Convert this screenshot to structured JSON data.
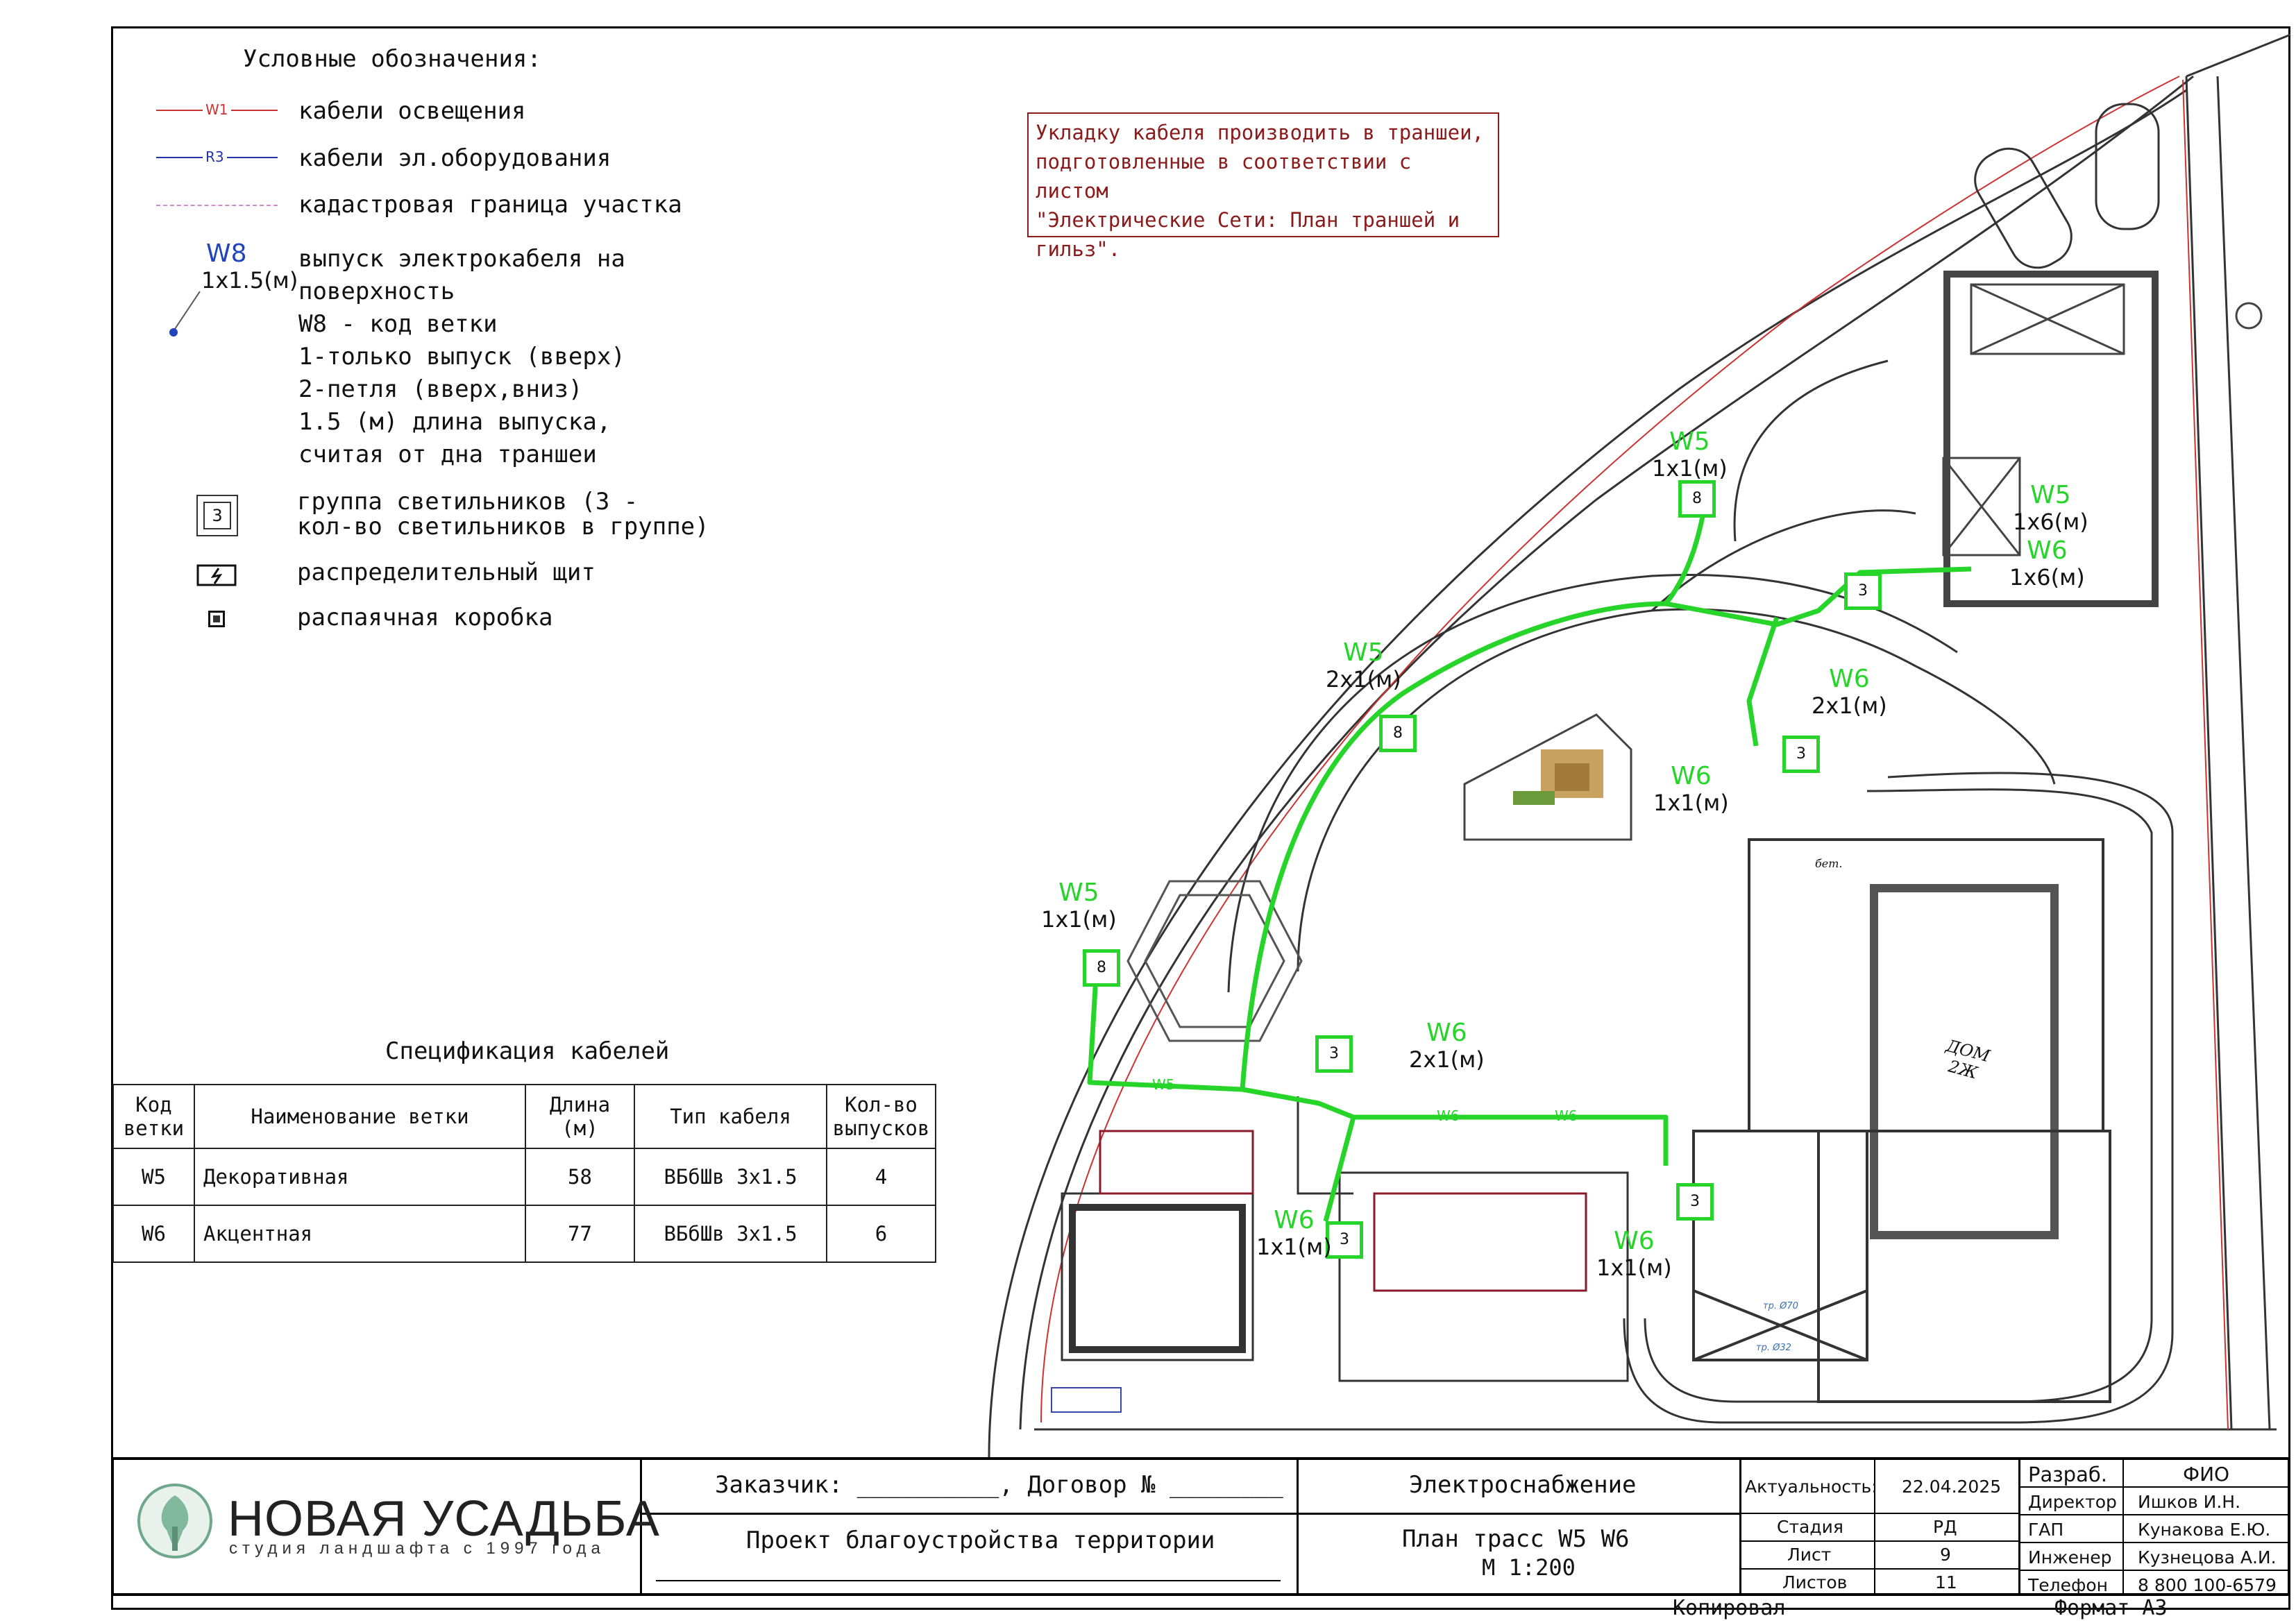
{
  "legend": {
    "title": "Условные обозначения:",
    "items": [
      {
        "symbol": "W1",
        "label": "кабели освещения"
      },
      {
        "symbol": "R3",
        "label": "кабели эл.оборудования"
      },
      {
        "symbol": "",
        "label": "кадастровая граница участка"
      }
    ],
    "outlet_code": "W8",
    "outlet_len": "1x1.5(м)",
    "outlet_desc": [
      "выпуск электрокабеля на",
      "поверхность",
      "W8 - код ветки",
      "1-только выпуск (вверх)",
      "2-петля (вверх,вниз)",
      "1.5 (м) длина выпуска,",
      "считая от дна траншеи"
    ],
    "group_num": "3",
    "group_desc": [
      "группа светильников (3 -",
      "кол-во светильников в группе)"
    ],
    "panel_label": "распределительный щит",
    "box_label": "распаячная коробка"
  },
  "note": [
    "Укладку кабеля производить в траншеи,",
    "подготовленные в соответствии с листом",
    "\"Электрические Сети: План траншей и",
    "гильз\"."
  ],
  "spec": {
    "title": "Спецификация кабелей",
    "headers": [
      [
        "Код",
        "ветки"
      ],
      [
        "Наименование ветки"
      ],
      [
        "Длина",
        "(м)"
      ],
      [
        "Тип кабеля"
      ],
      [
        "Кол-во",
        "выпусков"
      ]
    ],
    "rows": [
      {
        "code": "W5",
        "name": "Декоративная",
        "length": "58",
        "type": "ВБбШв 3х1.5",
        "count": "4"
      },
      {
        "code": "W6",
        "name": "Акцентная",
        "length": "77",
        "type": "ВБбШв 3х1.5",
        "count": "6"
      }
    ]
  },
  "plan_labels": {
    "w5a": {
      "code": "W5",
      "len": "1x1(м)"
    },
    "w5b": {
      "code": "W5",
      "len": "2x1(м)"
    },
    "w5c": {
      "code": "W5",
      "len": "1x1(м)"
    },
    "w5d": {
      "code": "W5",
      "len": "1x6(м)"
    },
    "w6a": {
      "code": "W6",
      "len": "1x6(м)"
    },
    "w6b": {
      "code": "W6",
      "len": "2x1(м)"
    },
    "w6c": {
      "code": "W6",
      "len": "1x1(м)"
    },
    "w6d": {
      "code": "W6",
      "len": "2x1(м)"
    },
    "w6e": {
      "code": "W6",
      "len": "1x1(м)"
    },
    "w6f": {
      "code": "W6",
      "len": "1x1(м)"
    },
    "groups": [
      "8",
      "8",
      "8",
      "3",
      "3",
      "3",
      "3",
      "3"
    ],
    "house": [
      "ДОМ",
      "2Ж"
    ],
    "bet": "бет.",
    "tr1": "тр. Ø70",
    "tr2": "тр. Ø32",
    "cable_w5": "W5",
    "cable_w6": "W6"
  },
  "title_block": {
    "logo_title": "НОВАЯ УСАДЬБА",
    "logo_sub": "студия ландшафта с 1997 года",
    "customer": "Заказчик: __________, Договор № ________",
    "project": "Проект благоустройства территории",
    "section": "Электроснабжение",
    "sheet_title": "План трасс W5 W6",
    "scale": "М 1:200",
    "actual_label": "Актуальность:",
    "actual_date": "22.04.2025",
    "stage_label": "Стадия",
    "stage": "РД",
    "sheet_label": "Лист",
    "sheet": "9",
    "sheets_label": "Листов",
    "sheets": "11",
    "roles": [
      {
        "role": "Разраб.",
        "name": "ФИО"
      },
      {
        "role": "Директор",
        "name": "Ишков И.Н."
      },
      {
        "role": "ГАП",
        "name": "Кунакова Е.Ю."
      },
      {
        "role": "Инженер",
        "name": "Кузнецова А.И."
      },
      {
        "role": "Телефон",
        "name": "8 800 100-6579"
      }
    ],
    "copied": "Копировал",
    "format": "Формат А3"
  }
}
